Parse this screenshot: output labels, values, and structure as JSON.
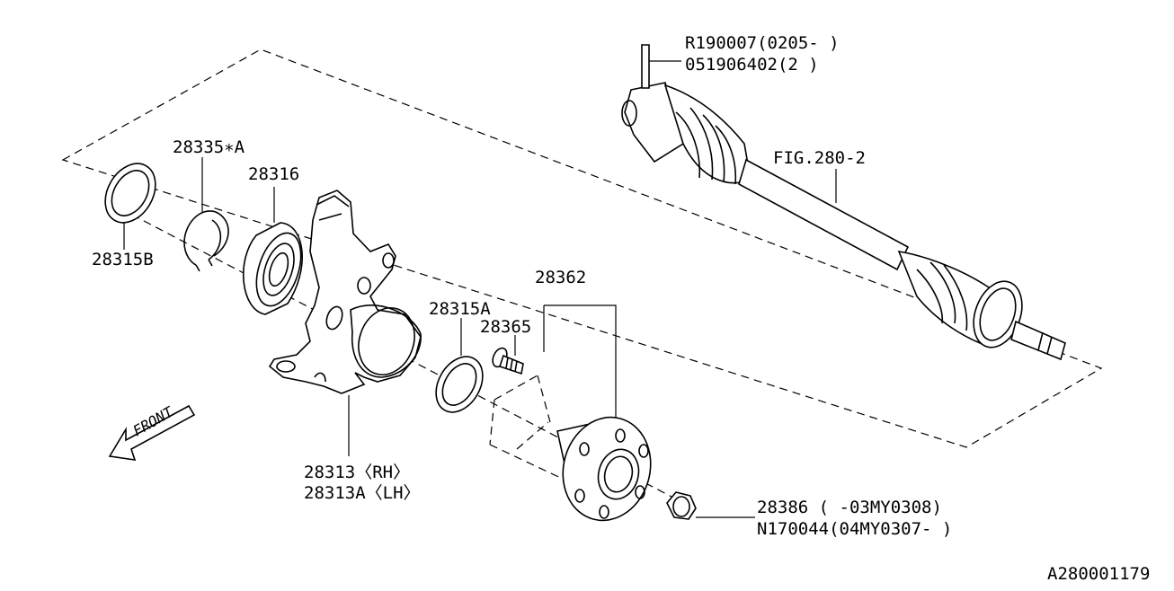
{
  "diagram_id": "A280001179",
  "front_label": "FRONT",
  "callouts": {
    "p28335": "28335∗A",
    "p28316": "28316",
    "p28315b": "28315B",
    "p28315a": "28315A",
    "p28362": "28362",
    "p28365": "28365",
    "p28313_rh": "28313〈RH〉",
    "p28313a_lh": "28313A〈LH〉",
    "r190007": "R190007(0205-  )",
    "p051906402": "051906402(2 )",
    "fig280": "FIG.280-2",
    "p28386": "28386   (      -03MY0308)",
    "n170044": "N170044(04MY0307-      )"
  }
}
